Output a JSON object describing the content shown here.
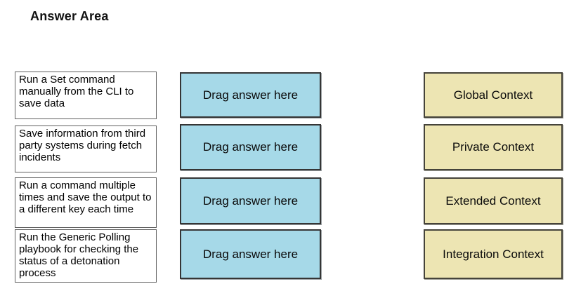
{
  "title": "Answer Area",
  "colors": {
    "drop_bg": "#a6d9e8",
    "target_bg": "#ede5b3"
  },
  "rows": [
    {
      "description": "Run a Set command manually from the CLI to save data",
      "drop_label": "Drag answer here",
      "target_label": "Global Context"
    },
    {
      "description": "Save information from third party systems during fetch incidents",
      "drop_label": "Drag answer here",
      "target_label": "Private Context"
    },
    {
      "description": "Run a command multiple times and save the output to a different key each time",
      "drop_label": "Drag answer here",
      "target_label": "Extended Context"
    },
    {
      "description": "Run the Generic Polling playbook for checking the status of a detonation process",
      "drop_label": "Drag answer here",
      "target_label": "Integration Context"
    }
  ]
}
